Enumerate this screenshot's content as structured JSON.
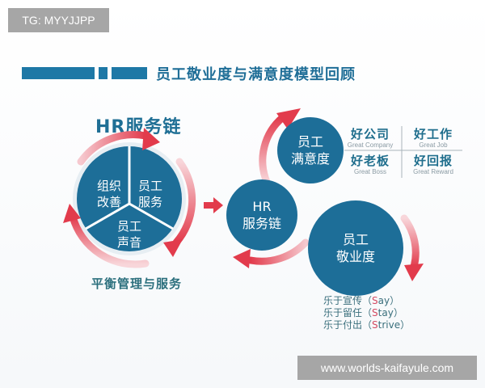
{
  "watermarks": {
    "top_left": "TG: MYYJJPP",
    "bottom_right": "www.worlds-kaifayule.com"
  },
  "header": {
    "title": "员工敬业度与满意度模型回顾",
    "bar_color": "#1e78a6"
  },
  "left_diagram": {
    "title": "HR服务链",
    "segments": [
      {
        "line1": "组织",
        "line2": "改善"
      },
      {
        "line1": "员工",
        "line2": "服务"
      },
      {
        "line1": "员工",
        "line2": "声音"
      }
    ],
    "caption": "平衡管理与服务"
  },
  "right_diagram": {
    "hr_circle": {
      "line1": "HR",
      "line2": "服务链"
    },
    "satisfaction_circle": {
      "line1": "员工",
      "line2": "满意度"
    },
    "engagement_circle": {
      "line1": "员工",
      "line2": "敬业度"
    },
    "satisfaction_grid": [
      {
        "cn": "好公司",
        "en": "Great Company"
      },
      {
        "cn": "好工作",
        "en": "Great Job"
      },
      {
        "cn": "好老板",
        "en": "Great Boss"
      },
      {
        "cn": "好回报",
        "en": "Great Reward"
      }
    ],
    "engagement_behaviors": [
      {
        "prefix": "乐于宣传（",
        "s": "S",
        "rest": "ay",
        "suffix": "）"
      },
      {
        "prefix": "乐于留任（",
        "s": "S",
        "rest": "tay",
        "suffix": "）"
      },
      {
        "prefix": "乐于付出（",
        "s": "S",
        "rest": "trive",
        "suffix": "）"
      }
    ]
  },
  "colors": {
    "circle_blue": "#1d6e98",
    "arrow_red": "#e0404f",
    "highlight_s": "#d34a62",
    "title_teal": "#1f6f95"
  }
}
